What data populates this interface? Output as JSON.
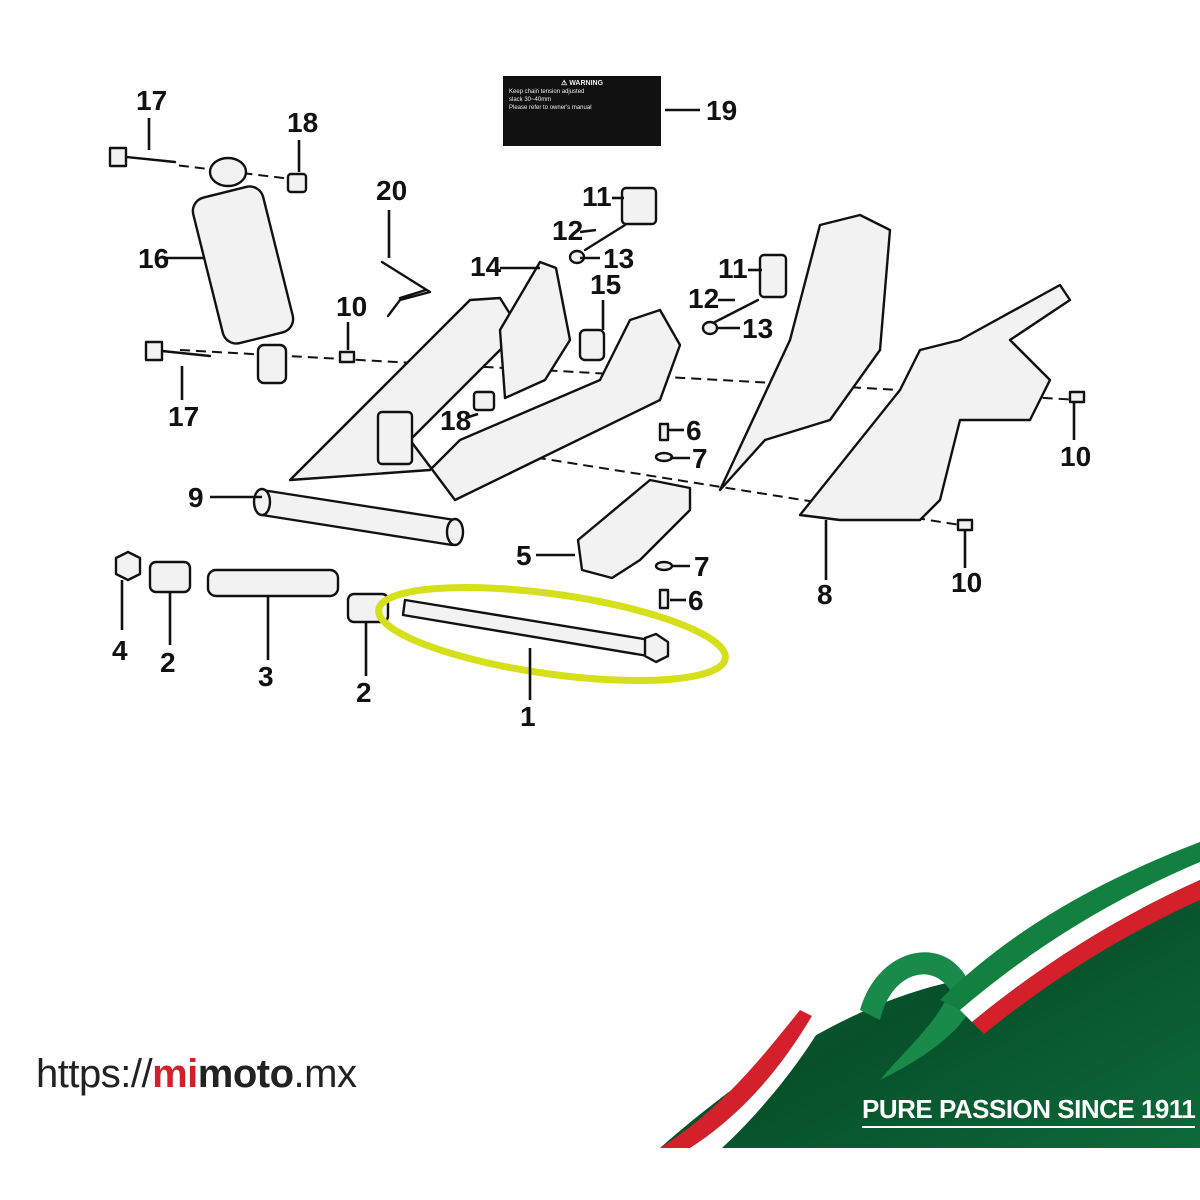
{
  "callouts": {
    "c17a": "17",
    "c18a": "18",
    "c19": "19",
    "c20": "20",
    "c11a": "11",
    "c12a": "12",
    "c13a": "13",
    "c14": "14",
    "c15": "15",
    "c16": "16",
    "c10a": "10",
    "c11b": "11",
    "c12b": "12",
    "c13b": "13",
    "c17b": "17",
    "c18b": "18",
    "c6a": "6",
    "c7a": "7",
    "c10b": "10",
    "c9": "9",
    "c5": "5",
    "c7b": "7",
    "c6b": "6",
    "c8": "8",
    "c10c": "10",
    "c4": "4",
    "c2a": "2",
    "c3": "3",
    "c2b": "2",
    "c1": "1"
  },
  "warning_label": {
    "title": "WARNING",
    "lines": [
      "Keep chain tension adjusted",
      "slack 30~40mm",
      "Please refer to owner's manual"
    ]
  },
  "highlight_color": "#d6e01a",
  "footer": {
    "url_prefix": "https://",
    "url_brand_red": "mi",
    "url_brand_dark": "moto",
    "url_suffix": ".mx",
    "slogan": "PURE PASSION SINCE 1911"
  },
  "colors": {
    "green": "#0a6b3a",
    "red": "#d4202b",
    "white": "#ffffff"
  }
}
